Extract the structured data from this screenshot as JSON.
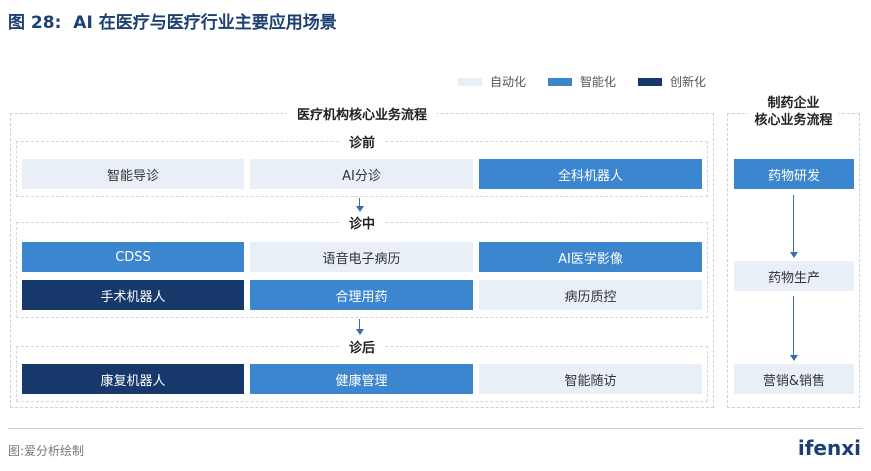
{
  "header": {
    "figure_no": "图 28:",
    "title": "AI 在医疗与医疗行业主要应用场景"
  },
  "legend": [
    {
      "label": "自动化",
      "color": "#e8eff6"
    },
    {
      "label": "智能化",
      "color": "#3b86cf"
    },
    {
      "label": "创新化",
      "color": "#17386b"
    }
  ],
  "hospital": {
    "title": "医疗机构核心业务流程",
    "stages": [
      {
        "label": "诊前",
        "rows": [
          [
            {
              "label": "智能导诊",
              "level": "auto"
            },
            {
              "label": "AI分诊",
              "level": "auto"
            },
            {
              "label": "全科机器人",
              "level": "smart"
            }
          ]
        ]
      },
      {
        "label": "诊中",
        "rows": [
          [
            {
              "label": "CDSS",
              "level": "smart"
            },
            {
              "label": "语音电子病历",
              "level": "auto"
            },
            {
              "label": "AI医学影像",
              "level": "smart"
            }
          ],
          [
            {
              "label": "手术机器人",
              "level": "innov"
            },
            {
              "label": "合理用药",
              "level": "smart"
            },
            {
              "label": "病历质控",
              "level": "auto"
            }
          ]
        ]
      },
      {
        "label": "诊后",
        "rows": [
          [
            {
              "label": "康复机器人",
              "level": "innov"
            },
            {
              "label": "健康管理",
              "level": "smart"
            },
            {
              "label": "智能随访",
              "level": "auto"
            }
          ]
        ]
      }
    ]
  },
  "pharma": {
    "title_line1": "制药企业",
    "title_line2": "核心业务流程",
    "steps": [
      {
        "label": "药物研发",
        "level": "smart"
      },
      {
        "label": "药物生产",
        "level": "auto"
      },
      {
        "label": "营销&销售",
        "level": "auto"
      }
    ]
  },
  "footer": {
    "source": "图:爱分析绘制",
    "brand": "ifenxi"
  }
}
